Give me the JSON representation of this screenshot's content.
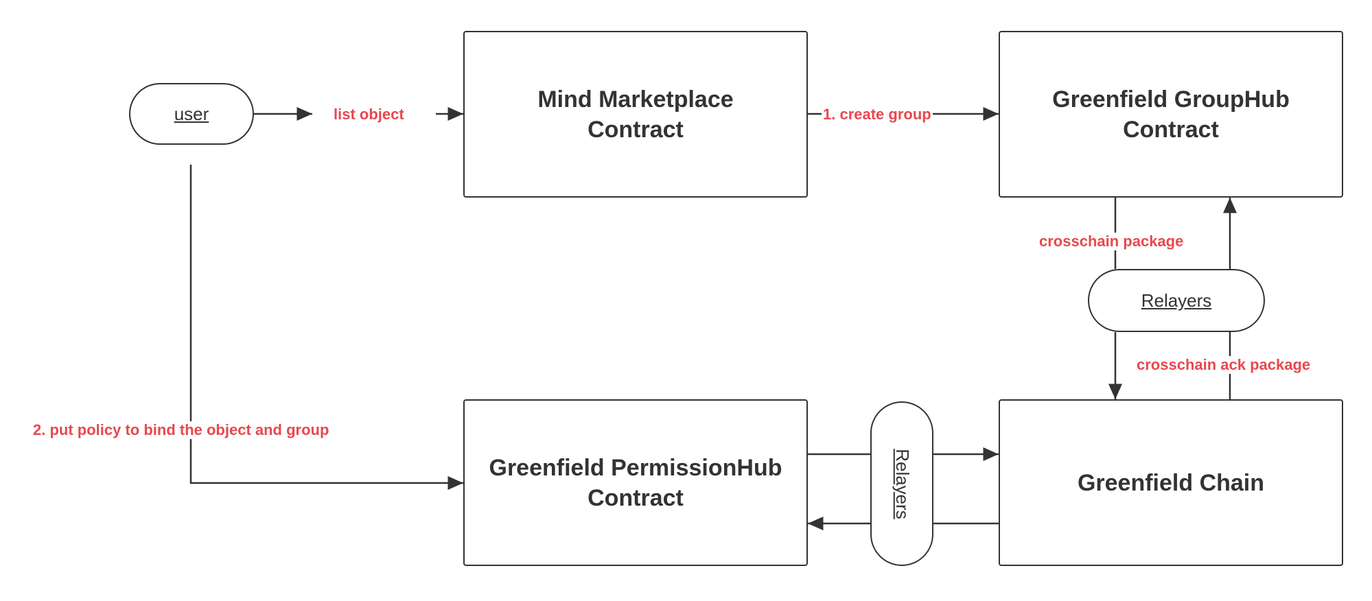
{
  "nodes": {
    "user": "user",
    "mind_marketplace": "Mind Marketplace\nContract",
    "groupHub": "Greenfield GroupHub\nContract",
    "permissionHub": "Greenfield PermissionHub\nContract",
    "chain": "Greenfield Chain",
    "relayers_top": "Relayers",
    "relayers_bottom": "Relayers"
  },
  "edges": {
    "list_object": "list object",
    "create_group": "1. create group",
    "put_policy": "2. put policy to bind the object and group",
    "crosschain_package": "crosschain package",
    "crosschain_ack": "crosschain ack package"
  },
  "colors": {
    "edge_label": "#e8484e",
    "stroke": "#333333"
  }
}
